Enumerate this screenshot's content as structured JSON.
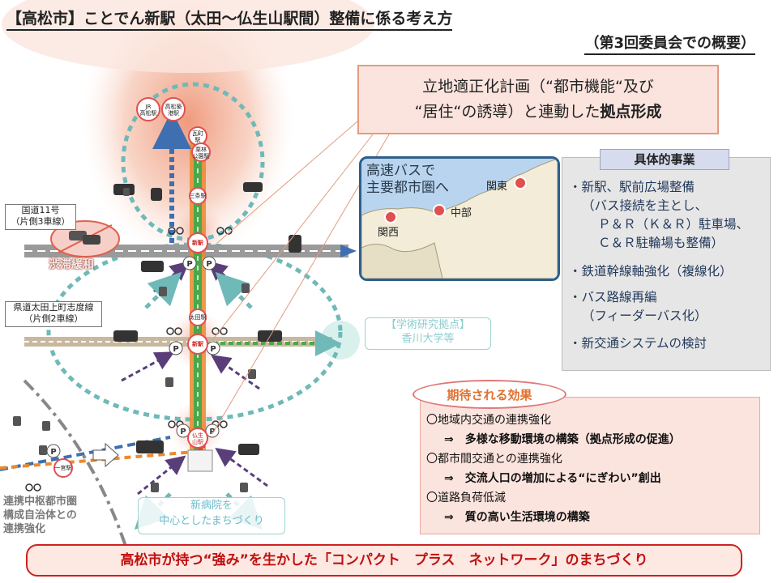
{
  "header": {
    "title": "【高松市】ことでん新駅（太田～仏生山駅間）整備に係る考え方",
    "subtitle": "（第3回委員会での概要）"
  },
  "plan_box": {
    "line1": "立地適正化計画（“都市機能“及び",
    "line2_prefix": "“居住“の誘導）と連動した",
    "line2_bold": "拠点形成"
  },
  "map_inset": {
    "bus_text_line1": "高速バスで",
    "bus_text_line2": "主要都市圏へ",
    "cities": [
      "関東",
      "中部",
      "関西"
    ]
  },
  "projects": {
    "title": "具体的事業",
    "lines": [
      "・新駅、駅前広場整備",
      "（バス接続を主とし、",
      "Ｐ＆Ｒ（Ｋ＆Ｒ）駐車場、",
      "Ｃ＆Ｒ駐輪場も整備）",
      "・鉄道幹線軸強化（複線化）",
      "・バス路線再編",
      "（フィーダーバス化）",
      "・新交通システムの検討"
    ]
  },
  "effects": {
    "title": "期待される効果",
    "items": [
      {
        "head": "〇地域内交通の連携強化",
        "result": "⇒　多様な移動環境の構築（拠点形成の促進）"
      },
      {
        "head": "〇都市間交通との連携強化",
        "result": "⇒　交流人口の増加による“にぎわい”創出"
      },
      {
        "head": "〇道路負荷低減",
        "result": "⇒　質の高い生活環境の構築"
      }
    ]
  },
  "bottom_banner": "高松市が持つ“強み”を生かした「コンパクト　プラス　ネットワーク」のまちづくり",
  "diagram": {
    "road1_label_line1": "国道11号",
    "road1_label_line2": "（片側3車線）",
    "jam_text": "渋滞緩和",
    "road2_label_line1": "県道太田上町志度線",
    "road2_label_line2": "（片側2車線）",
    "univ_line1": "【学術研究拠点】",
    "univ_line2": "香川大学等",
    "hospital_line1": "新病院を",
    "hospital_line2": "中心としたまちづくり",
    "collab_line1": "連携中枢都市圏",
    "collab_line2": "構成自治体との",
    "collab_line3": "連携強化",
    "stations": {
      "jr": "JR\n高松駅",
      "port": "高松築\n港駅",
      "kawaramachi": "瓦町\n駅",
      "ritsurin": "栗林\n公園駅",
      "sanjo": "三条駅",
      "new1": "新駅",
      "ota": "太田駅",
      "new2": "新駅",
      "busshozan": "仏生\n山駅",
      "ichinomiya": "一宮駅"
    },
    "colors": {
      "rail_green": "#4aa84a",
      "rail_orange": "#e98a2e",
      "road_gray": "#9a9a9a",
      "bus_route": "#6fb9b8",
      "feeder_blue": "#3f6fb0",
      "arrow_purple": "#5a3e7a",
      "accent_red": "#d02020"
    }
  }
}
